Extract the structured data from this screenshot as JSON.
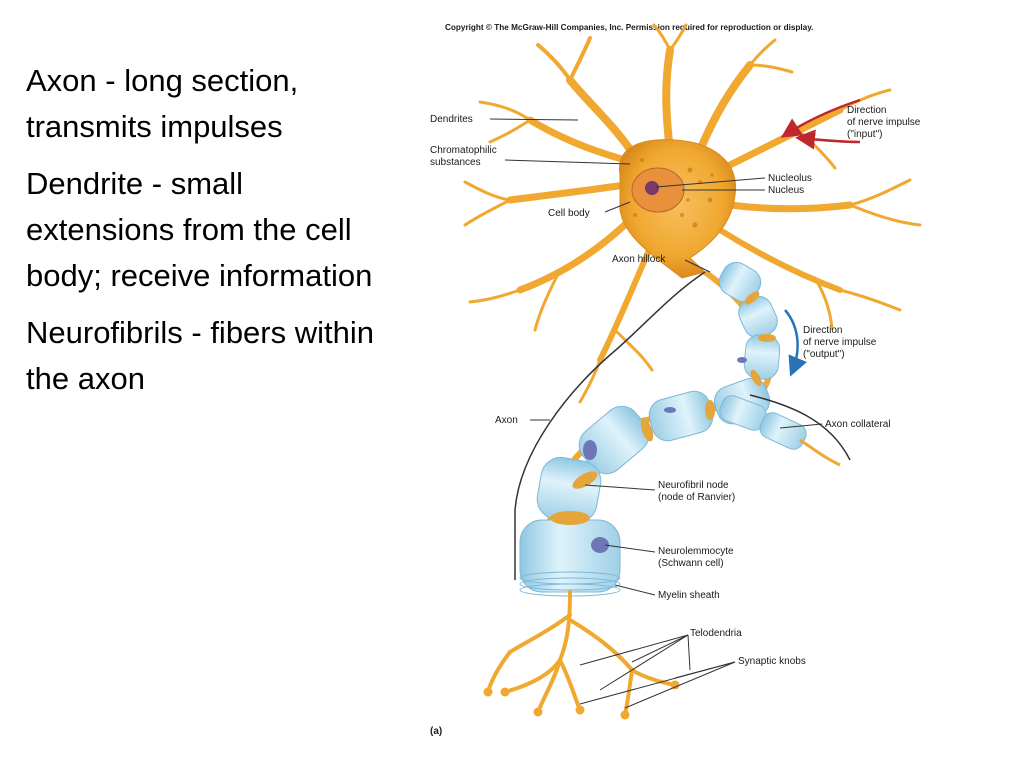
{
  "slide": {
    "bullets": [
      "Axon - long section, transmits impulses",
      "Dendrite - small extensions from the cell body; receive information",
      "Neurofibrils - fibers within the axon"
    ]
  },
  "diagram": {
    "copyright": "Copyright © The McGraw-Hill Companies, Inc. Permission required for reproduction or display.",
    "labels": {
      "dendrites": "Dendrites",
      "chromatophilic_1": "Chromatophilic",
      "chromatophilic_2": "substances",
      "cell_body": "Cell body",
      "nucleolus": "Nucleolus",
      "nucleus": "Nucleus",
      "axon_hillock": "Axon hillock",
      "direction_input_1": "Direction",
      "direction_input_2": "of nerve impulse",
      "direction_input_3": "(\"input\")",
      "direction_output_1": "Direction",
      "direction_output_2": "of nerve impulse",
      "direction_output_3": "(\"output\")",
      "axon": "Axon",
      "axon_collateral": "Axon collateral",
      "node_1": "Neurofibril node",
      "node_2": "(node of Ranvier)",
      "neurolemmocyte_1": "Neurolemmocyte",
      "neurolemmocyte_2": "(Schwann cell)",
      "myelin_sheath": "Myelin sheath",
      "telodendria": "Telodendria",
      "synaptic_knobs": "Synaptic knobs",
      "panel_letter": "(a)"
    },
    "colors": {
      "neuron": "#f0a830",
      "neuron_dark": "#c97a14",
      "myelin": "#bfe3f2",
      "myelin_edge": "#7db8d8",
      "node": "#e6a53a",
      "schwann_nucleus": "#6f76b8",
      "arrow_input": "#c0272d",
      "arrow_output": "#2a72b8",
      "leader": "#333333"
    }
  }
}
